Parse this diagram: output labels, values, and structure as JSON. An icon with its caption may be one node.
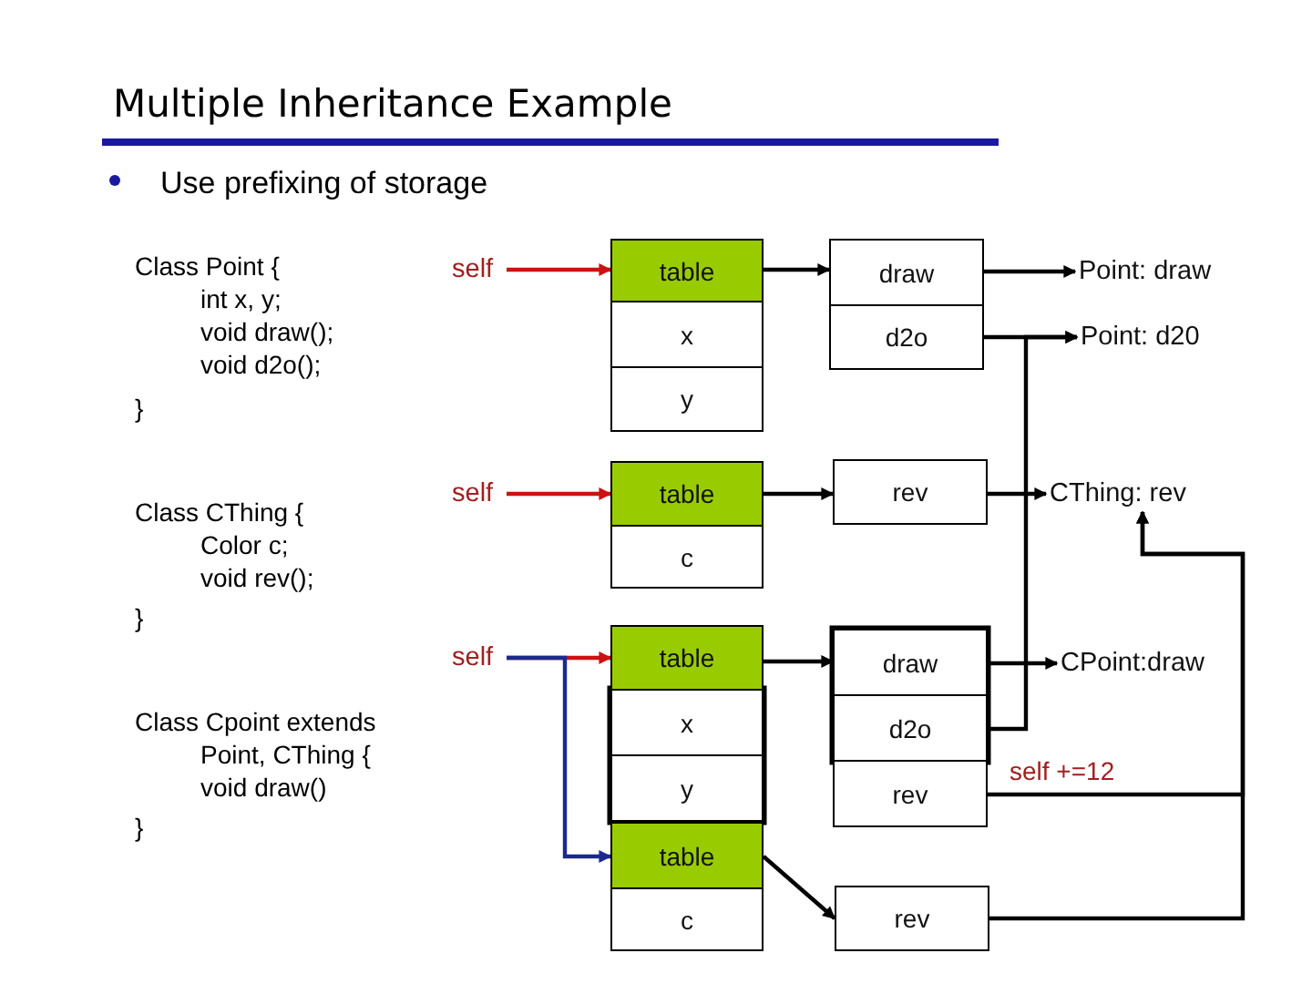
{
  "diagram": {
    "title": "Multiple Inheritance Example",
    "nodes": [
      {
        "text": [
          "self"
        ]
      },
      {
        "text": [
          "table"
        ]
      },
      {
        "text": [
          "x"
        ]
      },
      {
        "text": [
          "y"
        ]
      },
      {
        "text": [
          "self"
        ]
      },
      {
        "text": [
          "table"
        ]
      },
      {
        "text": [
          "c"
        ]
      },
      {
        "text": [
          "self"
        ]
      },
      {
        "text": [
          "table"
        ]
      },
      {
        "text": [
          "x"
        ]
      },
      {
        "text": [
          "y"
        ]
      },
      {
        "text": [
          "table"
        ]
      },
      {
        "text": [
          "c"
        ]
      },
      {
        "text": [
          "draw"
        ]
      },
      {
        "text": [
          "d2o"
        ]
      },
      {
        "text": [
          "Point: draw"
        ]
      },
      {
        "text": [
          "Point: d20"
        ]
      },
      {
        "text": [
          "rev"
        ]
      },
      {
        "text": [
          "CThing: rev"
        ]
      },
      {
        "text": [
          "draw"
        ]
      },
      {
        "text": [
          "d2o"
        ]
      },
      {
        "text": [
          "rev"
        ]
      },
      {
        "text": [
          "CPoint:draw"
        ]
      },
      {
        "text": [
          "rev"
        ]
      }
    ],
    "edges": [
      {
        "from": 0,
        "to": 1,
        "arrow": "to",
        "color": "#cc1111"
      },
      {
        "from": 1,
        "to": 13,
        "arrow": "to"
      },
      {
        "from": 13,
        "to": 15,
        "arrow": "to"
      },
      {
        "from": 14,
        "to": 16,
        "arrow": "to"
      },
      {
        "from": 4,
        "to": 5,
        "arrow": "to",
        "color": "#cc1111"
      },
      {
        "from": 5,
        "to": 17,
        "arrow": "to"
      },
      {
        "from": 17,
        "to": 18,
        "arrow": "to"
      },
      {
        "from": 7,
        "to": 8,
        "arrow": "to",
        "color": "#cc1111"
      },
      {
        "from": 7,
        "to": 11,
        "arrow": "to",
        "color": "#1a2a8c"
      },
      {
        "from": 8,
        "to": 19,
        "arrow": "to"
      },
      {
        "from": 19,
        "to": 22,
        "arrow": "to"
      },
      {
        "from": 20,
        "to": 16,
        "arrow": "to"
      },
      {
        "from": 21,
        "to": 18,
        "arrow": "to",
        "label": "self +=12"
      },
      {
        "from": 23,
        "to": 18,
        "arrow": "to"
      },
      {
        "from": 11,
        "to": 23,
        "arrow": "to"
      }
    ],
    "labels": [
      "Use prefixing of storage",
      "Class Point {",
      "int x, y;",
      "void draw();",
      "void d2o();",
      "}",
      "Class CThing {",
      "Color c;",
      "void rev();",
      "}",
      "Class Cpoint extends",
      "Point, CThing {",
      "void draw()",
      "}"
    ]
  }
}
